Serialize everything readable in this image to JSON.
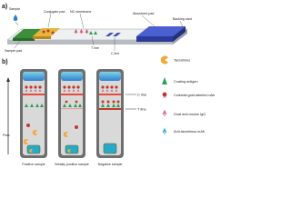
{
  "panel_a": {
    "label": "a)",
    "sample": "Sample",
    "conjugate_pad": "Conjugate pad",
    "nc_membrane": "NC membrane",
    "absorbent_pad": "Absorbent pad",
    "backing_card": "Backing card",
    "sample_pad": "Sample pad",
    "t_line": "T line",
    "c_line": "C line"
  },
  "panel_b": {
    "label": "b)",
    "c_line": "C line",
    "t_line": "T line",
    "flow": "Flow",
    "strips": [
      "Positive sample",
      "Weakly positive sample",
      "Negative sample"
    ]
  },
  "legend": [
    {
      "label": "Tacrolimus",
      "icon": "pacman-icon",
      "color": "#f2a93b"
    },
    {
      "label": "Coating antigen",
      "icon": "triangle-icon",
      "color": "#2f9e57"
    },
    {
      "label": "Colloidal gold-labeled mAb",
      "icon": "gold-mab-icon",
      "color": "#c0392b"
    },
    {
      "label": "Goat anti-mouse IgG",
      "icon": "igg-icon",
      "color": "#d0607a"
    },
    {
      "label": "Anti-tacrolimus mAb",
      "icon": "mab-icon",
      "color": "#2aa8c8"
    }
  ],
  "colors": {
    "strip_fill": "#d9d9d9",
    "pad_top": "#7fd3e6",
    "pad_bottom": "#2f9bd8",
    "gold": "#f2a93b",
    "backing": "#3b4bb3",
    "c_line": "#e74c3c",
    "t_line": "#c0392b"
  }
}
